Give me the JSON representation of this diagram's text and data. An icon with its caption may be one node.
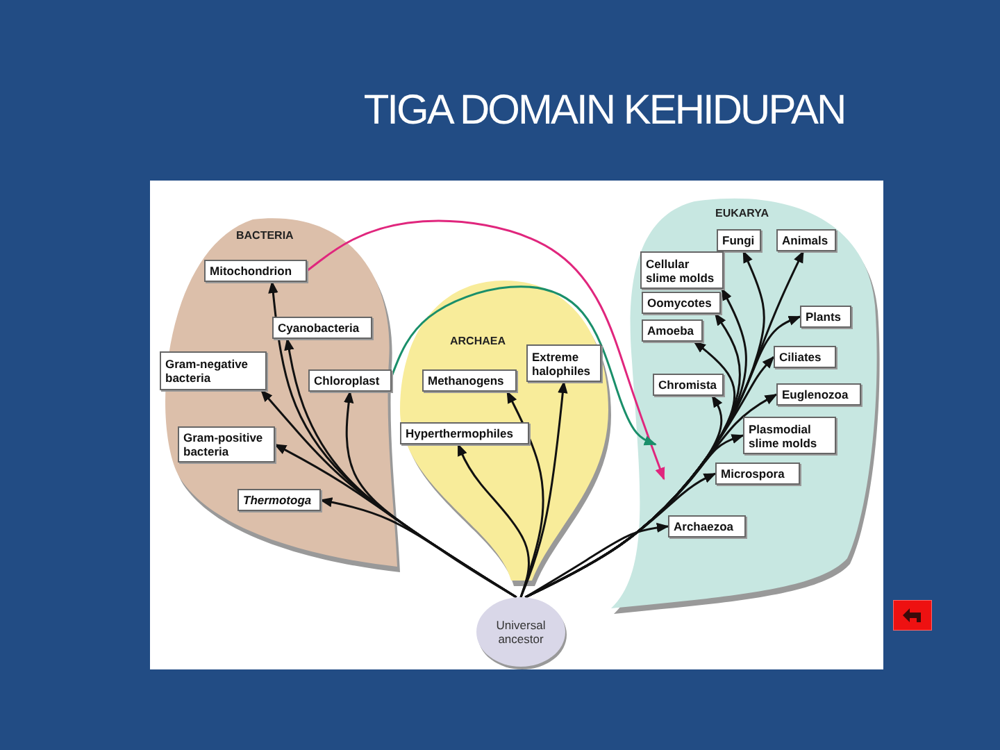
{
  "diagram": {
    "title": "TIGA DOMAIN KEHIDUPAN",
    "nodes": [
      {
        "text": [
          "BACTERIA"
        ]
      },
      {
        "text": [
          "Mitochondrion"
        ],
        "in": 0
      },
      {
        "text": [
          "Cyanobacteria"
        ],
        "in": 0
      },
      {
        "text": [
          "Gram-negative bacteria"
        ],
        "in": 0
      },
      {
        "text": [
          "Chloroplast"
        ],
        "in": 0
      },
      {
        "text": [
          "Gram-positive bacteria"
        ],
        "in": 0
      },
      {
        "text": [
          "Thermotoga"
        ],
        "in": 0
      },
      {
        "text": [
          "ARCHAEA"
        ]
      },
      {
        "text": [
          "Methanogens"
        ],
        "in": 7
      },
      {
        "text": [
          "Extreme halophiles"
        ],
        "in": 7
      },
      {
        "text": [
          "Hyperthermophiles"
        ],
        "in": 7
      },
      {
        "text": [
          "EUKARYA"
        ]
      },
      {
        "text": [
          "Fungi"
        ],
        "in": 11
      },
      {
        "text": [
          "Animals"
        ],
        "in": 11
      },
      {
        "text": [
          "Cellular slime molds"
        ],
        "in": 11
      },
      {
        "text": [
          "Oomycotes"
        ],
        "in": 11
      },
      {
        "text": [
          "Amoeba"
        ],
        "in": 11
      },
      {
        "text": [
          "Plants"
        ],
        "in": 11
      },
      {
        "text": [
          "Ciliates"
        ],
        "in": 11
      },
      {
        "text": [
          "Chromista"
        ],
        "in": 11
      },
      {
        "text": [
          "Euglenozoa"
        ],
        "in": 11
      },
      {
        "text": [
          "Plasmodial slime molds"
        ],
        "in": 11
      },
      {
        "text": [
          "Microspora"
        ],
        "in": 11
      },
      {
        "text": [
          "Archaezoa"
        ],
        "in": 11
      },
      {
        "text": [
          "Universal ancestor"
        ]
      }
    ],
    "edges": [
      {
        "from": 24,
        "to": 1,
        "arrow": "to"
      },
      {
        "from": 24,
        "to": 2,
        "arrow": "to"
      },
      {
        "from": 24,
        "to": 3,
        "arrow": "to"
      },
      {
        "from": 24,
        "to": 4,
        "arrow": "to"
      },
      {
        "from": 24,
        "to": 5,
        "arrow": "to"
      },
      {
        "from": 24,
        "to": 6,
        "arrow": "to"
      },
      {
        "from": 24,
        "to": 8,
        "arrow": "to"
      },
      {
        "from": 24,
        "to": 9,
        "arrow": "to"
      },
      {
        "from": 24,
        "to": 10,
        "arrow": "to"
      },
      {
        "from": 24,
        "to": 12,
        "arrow": "to"
      },
      {
        "from": 24,
        "to": 13,
        "arrow": "to"
      },
      {
        "from": 24,
        "to": 14,
        "arrow": "to"
      },
      {
        "from": 24,
        "to": 15,
        "arrow": "to"
      },
      {
        "from": 24,
        "to": 16,
        "arrow": "to"
      },
      {
        "from": 24,
        "to": 17,
        "arrow": "to"
      },
      {
        "from": 24,
        "to": 18,
        "arrow": "to"
      },
      {
        "from": 24,
        "to": 19,
        "arrow": "to"
      },
      {
        "from": 24,
        "to": 20,
        "arrow": "to"
      },
      {
        "from": 24,
        "to": 21,
        "arrow": "to"
      },
      {
        "from": 24,
        "to": 22,
        "arrow": "to"
      },
      {
        "from": 24,
        "to": 23,
        "arrow": "to"
      },
      {
        "from": 1,
        "to": 11,
        "arrow": "to",
        "color": "#e0267d"
      },
      {
        "from": 4,
        "to": 11,
        "arrow": "to",
        "color": "#1a8f6a"
      }
    ]
  }
}
